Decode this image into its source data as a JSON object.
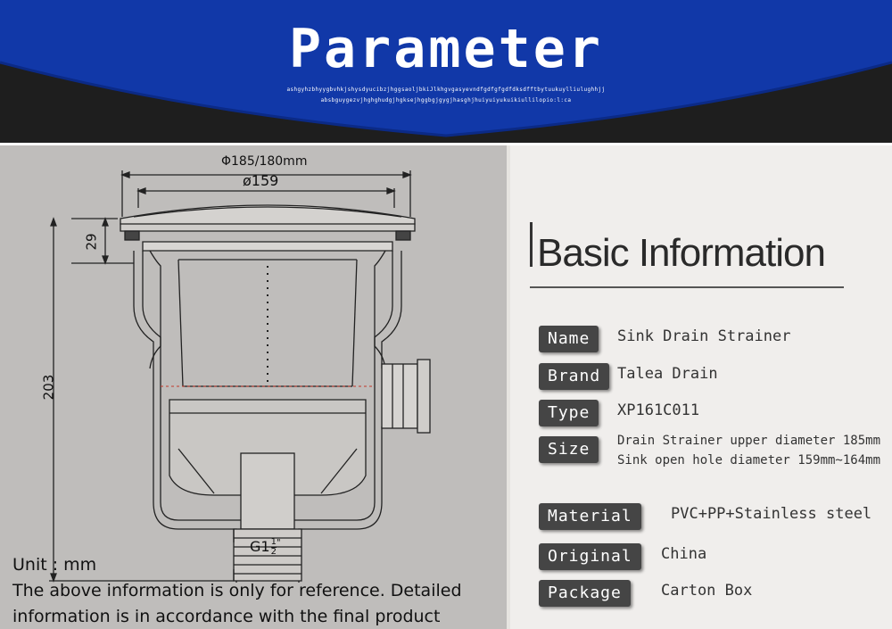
{
  "header": {
    "title": "Parameter",
    "subtitle_line1": "ashgyhzbhyygbvhkjshysdyucibzjhggsaoljbkiJlkhgvgasyevndfgdfgfgdfdksdfftbytuukuylliulughhjj",
    "subtitle_line2": "absbguygezvjhghghudgjhgksejhggbgjgygjhasghjhuiyuiyukuikiullilopio:l:ca"
  },
  "drawing": {
    "dim_outer": "Φ185/180mm",
    "dim_inner": "ø159",
    "dim_rim_height": "29",
    "dim_total_height": "203",
    "thread": "G1",
    "thread_frac_num": "1",
    "thread_frac_den": "2",
    "thread_mark": "\""
  },
  "notes": {
    "unit": "Unit : mm",
    "disclaimer_line1": "The above information is only for reference. Detailed",
    "disclaimer_line2": "information is in accordance with the final product"
  },
  "info": {
    "heading": "Basic Information",
    "rows": [
      {
        "label": "Name",
        "value": "Sink Drain Strainer"
      },
      {
        "label": "Brand",
        "value": "Talea Drain"
      },
      {
        "label": "Type",
        "value": "XP161C011"
      },
      {
        "label": "Size",
        "value": "Drain Strainer upper diameter 185mm",
        "value2": "Sink open hole diameter 159mm~164mm"
      },
      {
        "label": "Material",
        "value": "PVC+PP+Stainless steel"
      },
      {
        "label": "Original",
        "value": "China"
      },
      {
        "label": "Package",
        "value": "Carton Box"
      }
    ]
  },
  "colors": {
    "banner_blue": "#1138a8",
    "banner_dark": "#1e1e1e",
    "drawing_bg": "#bfbdbb",
    "info_bg": "#f0eeec",
    "tag_bg": "#454545"
  }
}
